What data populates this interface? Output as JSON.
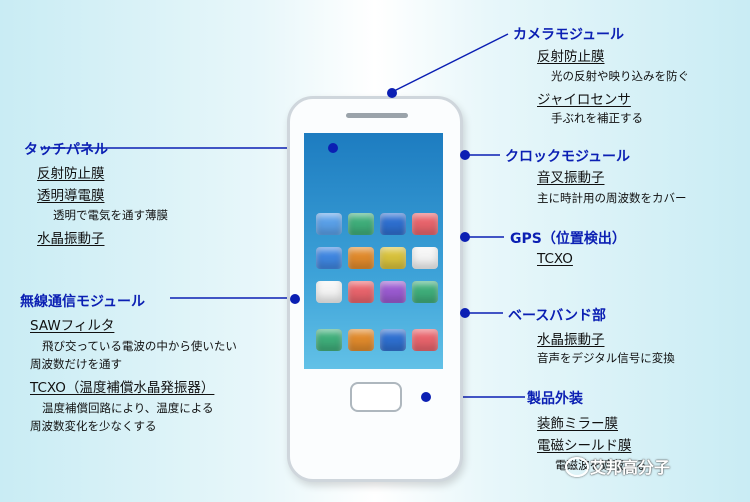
{
  "colors": {
    "heading": "#0b1fb3",
    "dot": "#0b1fb3"
  },
  "labels": {
    "camera": {
      "heading": "カメラモジュール",
      "sub1": "反射防止膜",
      "desc1": "光の反射や映り込みを防ぐ",
      "sub2": "ジャイロセンサ",
      "desc2": "手ぶれを補正する"
    },
    "touch": {
      "heading": "タッチパネル",
      "sub1": "反射防止膜",
      "sub2": "透明導電膜",
      "desc2": "透明で電気を通す薄膜",
      "sub3": "水晶振動子"
    },
    "clock": {
      "heading": "クロックモジュール",
      "sub1": "音叉振動子",
      "desc1": "主に時計用の周波数をカバー"
    },
    "gps": {
      "heading": "GPS（位置検出）",
      "sub1": "TCXO"
    },
    "wireless": {
      "heading": "無線通信モジュール",
      "sub1": "SAWフィルタ",
      "desc1a": "飛び交っている電波の中から使いたい",
      "desc1b": "周波数だけを通す",
      "sub2": "TCXO（温度補償水晶発振器）",
      "desc2a": "温度補償回路により、温度による",
      "desc2b": "周波数変化を少なくする"
    },
    "baseband": {
      "heading": "ベースバンド部",
      "sub1": "水晶振動子",
      "desc1": "音声をデジタル信号に変換"
    },
    "exterior": {
      "heading": "製品外装",
      "sub1": "装飾ミラー膜",
      "sub2": "電磁シールド膜",
      "desc2": "電磁波を遮蔽する"
    }
  },
  "watermark": {
    "text": "艾邦高分子",
    "icon": "wechat-icon"
  },
  "app_grid_colors": [
    [
      "#5aa0e8",
      "#3fae7a",
      "#2e6fd0",
      "#e8646c"
    ],
    [
      "#3f86e0",
      "#e08a2c",
      "#d8c23c",
      "#f4f4f4"
    ],
    [
      "#f4f4f4",
      "#e8646c",
      "#9a5ad0",
      "#3fae7a"
    ],
    [
      "#3fae7a",
      "#e08a2c",
      "#2e6fd0",
      "#e8646c"
    ]
  ]
}
